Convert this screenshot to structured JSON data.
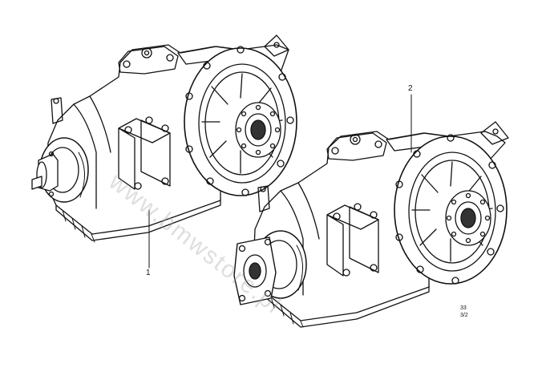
{
  "diagram": {
    "callouts": [
      {
        "id": "1",
        "label": "1"
      },
      {
        "id": "2",
        "label": "2"
      }
    ],
    "figure_ref": {
      "line1": "33",
      "line2": "3/2"
    },
    "watermark_text": "www.bmwstore.pl",
    "line_color": "#111111"
  }
}
